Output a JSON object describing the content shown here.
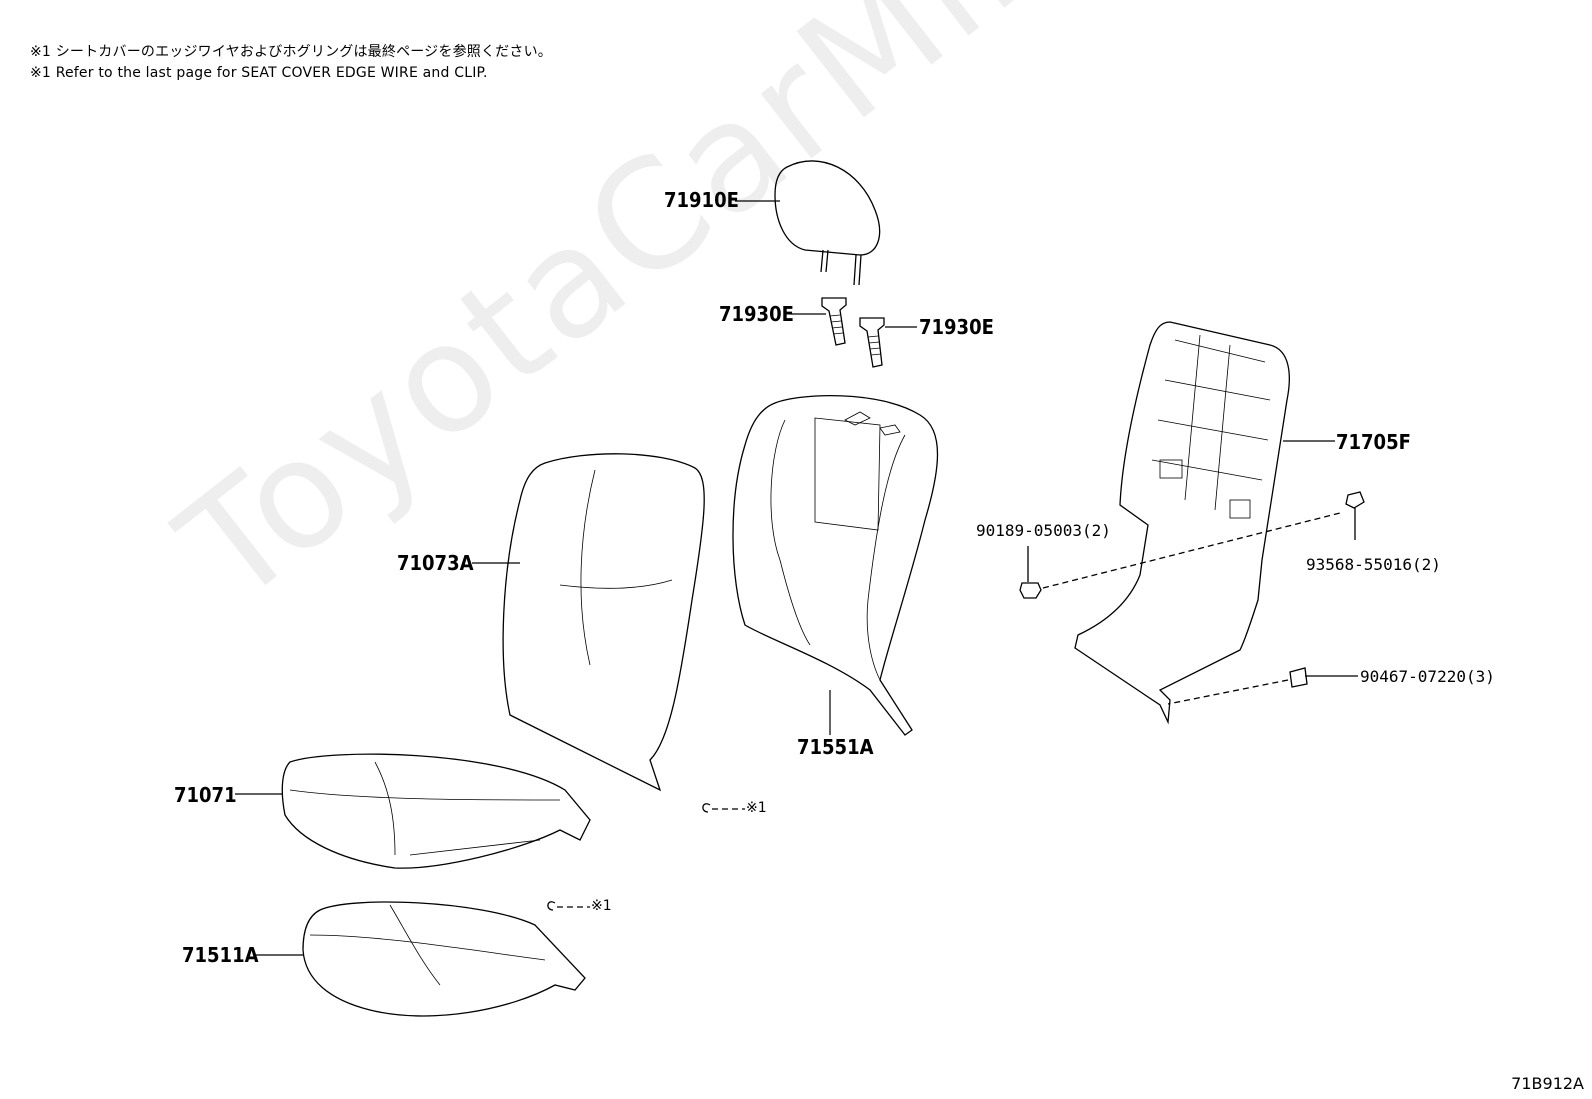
{
  "notes": {
    "japanese": "※1 シートカバーのエッジワイヤおよびホグリングは最終ページを参照ください。",
    "english": "※1 Refer to the last page for SEAT COVER EDGE WIRE and CLIP."
  },
  "watermark": "ToyotaCarMine.ru",
  "labels": {
    "headrest": "71910E",
    "support_left": "71930E",
    "support_right": "71930E",
    "back_cover_frame": "71705F",
    "back_pad": "71551A",
    "back_cover": "71073A",
    "cushion_cover": "71071",
    "cushion_pad": "71511A",
    "screw_a": "90189-05003(2)",
    "bolt_b": "93568-55016(2)",
    "clip_c": "90467-07220(3)",
    "ref_mark_1": "※1",
    "ref_mark_2": "※1"
  },
  "diagram_code": "71B912A"
}
